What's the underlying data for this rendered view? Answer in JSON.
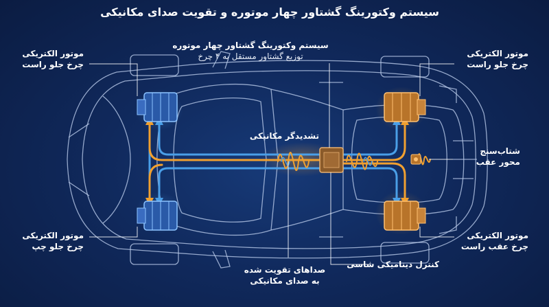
{
  "title": "سیستم وکتورینگ گشتاور چهار موتوره و تقویت صدای مکانیکی",
  "labels": {
    "top_center": {
      "line1": "سیستم وکتورینگ گشتاور چهار موتوره",
      "line2": "توزیع گشتاور مستقل به ۴ چرخ"
    },
    "front_right_left": {
      "line1": "موتور الکتریکی",
      "line2": "چرخ جلو راست"
    },
    "front_right_right": {
      "line1": "موتور الکتریکی",
      "line2": "چرخ جلو راست"
    },
    "front_left": {
      "line1": "موتور الکتریکی",
      "line2": "چرخ جلو چپ"
    },
    "rear_right": {
      "line1": "موتور الکتریکی",
      "line2": "چرخ عقب راست"
    },
    "amplifier": "تشدیدگر مکانیکی",
    "accelerometer": {
      "line1": "شتاب‌سنج",
      "line2": "محور عقب"
    },
    "sounds": {
      "line1": "صداهای تقویت شده",
      "line2": "به صدای مکانیکی"
    },
    "chassis": "کنترل دینامیکی شاسی"
  },
  "colors": {
    "background": "#10295c",
    "blueprint": "#b8c9e8",
    "flow_blue": "#4a9fe8",
    "flow_orange": "#f0a030",
    "title_line_left": "#3a8fe0",
    "title_line_right": "#f0a030",
    "text": "#ffffff"
  },
  "icons": [
    "front-right-motor-icon",
    "front-left-motor-icon",
    "rear-right-motor-icon",
    "rear-left-motor-icon",
    "controller-box-icon",
    "accelerometer-icon",
    "sound-wave-icon"
  ]
}
